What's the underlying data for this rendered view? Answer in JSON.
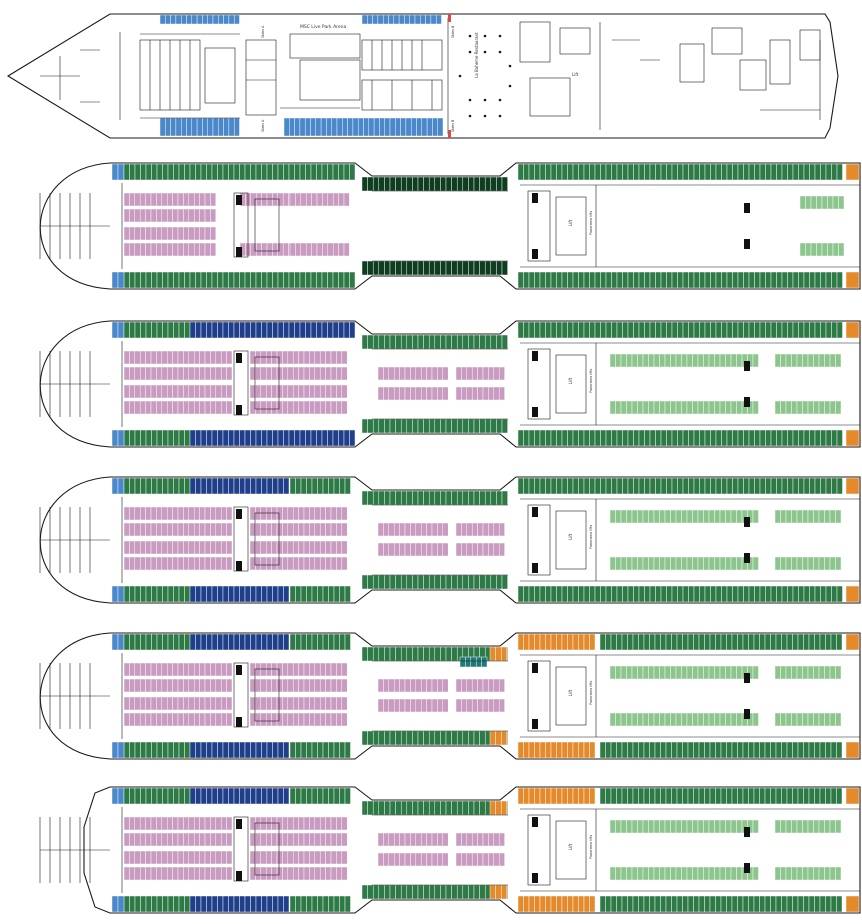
{
  "colors": {
    "balcony": "#2e7a46",
    "balcony_light": "#8cc58d",
    "interior": "#c99bc1",
    "oceanview": "#1f3f8a",
    "oceanview_light": "#4a88c9",
    "suite": "#e58a2b",
    "yacht": "#0f3d20",
    "aurea_teal": "#1f7a78",
    "stair_red": "#d94b4b",
    "outline": "#1a1a1a"
  },
  "deck5": {
    "venue_top": "MSC Live Park Arena",
    "venue_center": "La Boheme Restaurant",
    "lift_label": "Lift",
    "stairs_fore_top": "Stairs A",
    "stairs_fore_bottom": "Stairs A",
    "stairs_mid_top": "Stairs B",
    "stairs_mid_bottom": "Stairs B"
  },
  "decks": [
    {
      "lift_label": "Lift",
      "stairs_label": "Panorama lifts"
    },
    {
      "lift_label": "Lift",
      "stairs_label": "Panorama lifts"
    },
    {
      "lift_label": "Lift",
      "stairs_label": "Panorama lifts"
    },
    {
      "lift_label": "Lift",
      "stairs_label": "Panorama lifts"
    },
    {
      "lift_label": "Lift",
      "stairs_label": "Panorama lifts"
    }
  ]
}
